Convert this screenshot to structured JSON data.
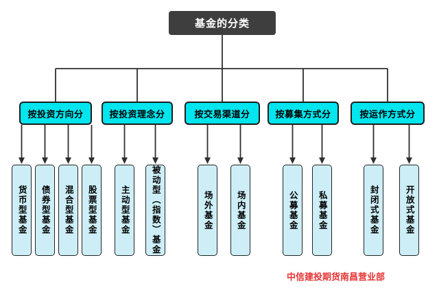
{
  "root": {
    "label": "基金的分类"
  },
  "categories": [
    {
      "label": "按投资方向分",
      "children": [
        "货币型基金",
        "债券型基金",
        "混合型基金",
        "股票型基金"
      ]
    },
    {
      "label": "按投资理念分",
      "children": [
        "主动型基金",
        "被动型（指数）基金"
      ]
    },
    {
      "label": "按交易渠道分",
      "children": [
        "场外基金",
        "场内基金"
      ]
    },
    {
      "label": "按募集方式分",
      "children": [
        "公募基金",
        "私募基金"
      ]
    },
    {
      "label": "按运作方式分",
      "children": [
        "封闭式基金",
        "开放式基金"
      ]
    }
  ],
  "footer": {
    "credit": "中信建投期货南昌营业部"
  },
  "colors": {
    "root_bg": "#3e3e3e",
    "root_text": "#ffffff",
    "category_bg": "#00e5ee",
    "category_border": "#1c1c1c",
    "leaf_bg": "#cdeef7",
    "leaf_border": "#222222",
    "line": "#2e2e2e",
    "credit": "#e73333"
  }
}
